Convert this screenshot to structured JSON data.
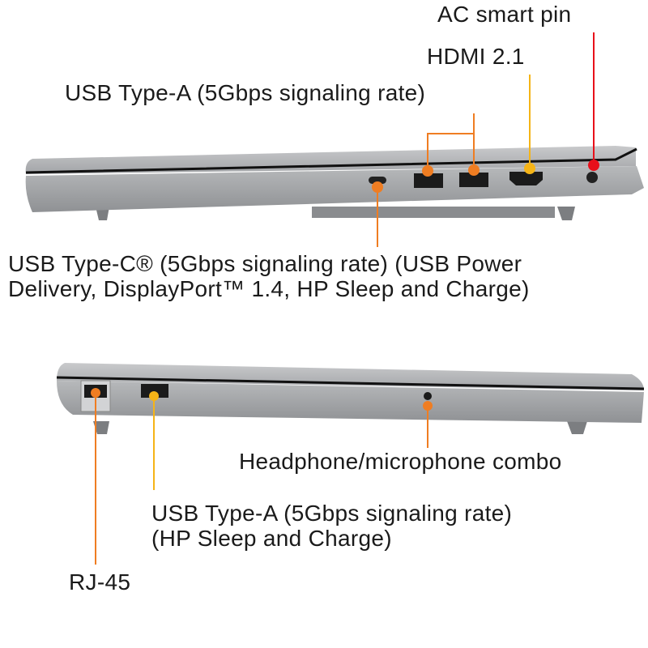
{
  "colors": {
    "orange": "#ef7d22",
    "yellow": "#f5b417",
    "red": "#e8101a",
    "body": "#a9abae"
  },
  "right_side": {
    "ac_pin": "AC smart pin",
    "hdmi": "HDMI 2.1",
    "usb_a": "USB Type-A (5Gbps signaling rate)",
    "usb_c_line1": "USB Type-C® (5Gbps signaling rate) (USB Power",
    "usb_c_line2": "Delivery, DisplayPort™ 1.4, HP Sleep and Charge)"
  },
  "left_side": {
    "headphone": "Headphone/microphone combo",
    "usb_a_line1": "USB Type-A (5Gbps signaling rate)",
    "usb_a_line2": "(HP Sleep and Charge)",
    "rj45": "RJ-45"
  }
}
